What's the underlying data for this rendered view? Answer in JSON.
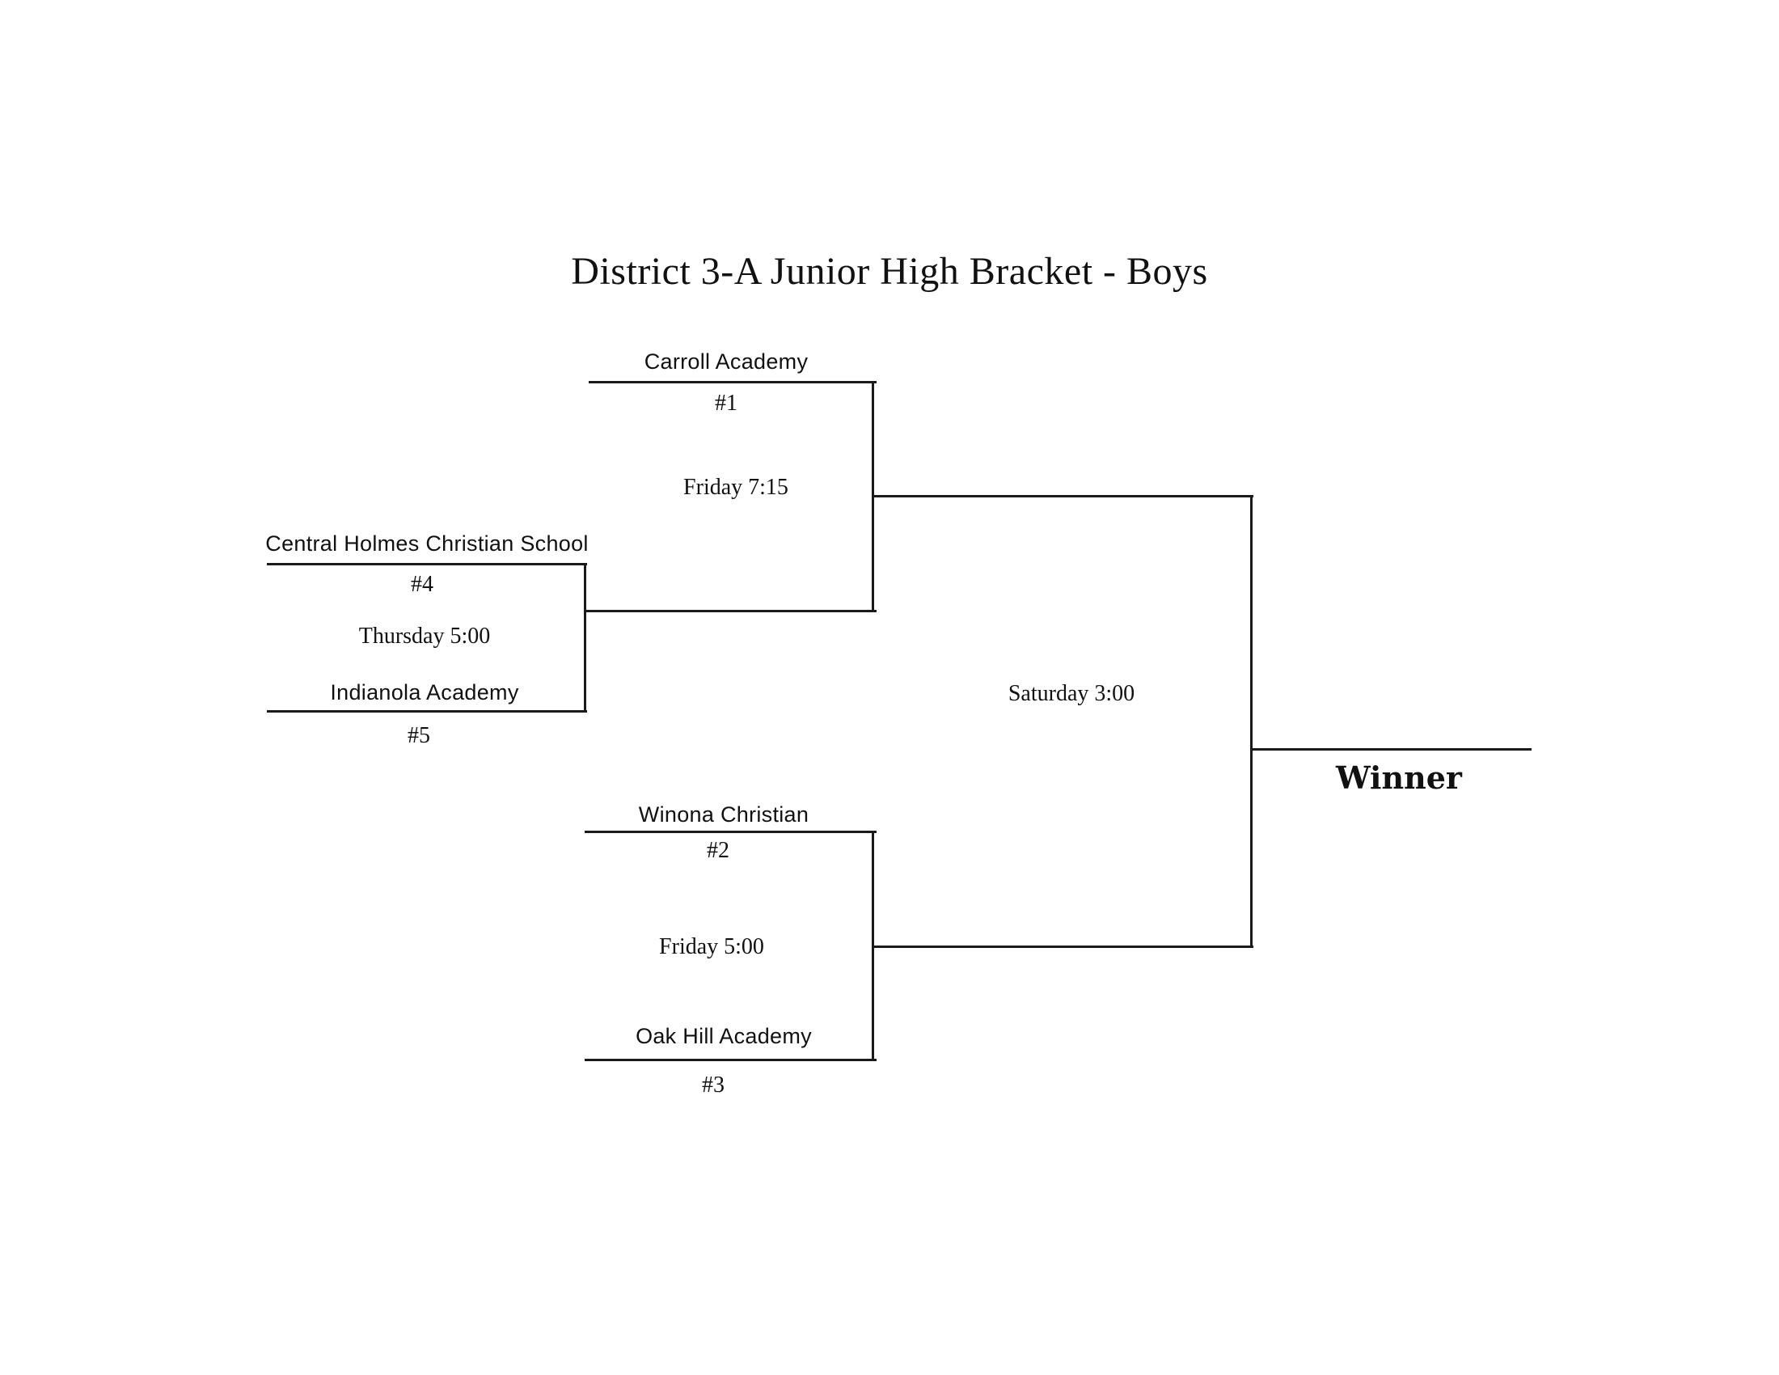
{
  "title": "District 3-A Junior High Bracket - Boys",
  "teams": {
    "carroll": {
      "name": "Carroll Academy",
      "seed": "#1"
    },
    "central_holmes": {
      "name": "Central Holmes Christian School",
      "seed": "#4"
    },
    "indianola": {
      "name": "Indianola Academy",
      "seed": "#5"
    },
    "winona": {
      "name": "Winona Christian",
      "seed": "#2"
    },
    "oak_hill": {
      "name": "Oak Hill Academy",
      "seed": "#3"
    }
  },
  "games": {
    "play_in": "Thursday 5:00",
    "semi_top": "Friday 7:15",
    "semi_bottom": "Friday 5:00",
    "final": "Saturday 3:00"
  },
  "winner_label": "Winner"
}
